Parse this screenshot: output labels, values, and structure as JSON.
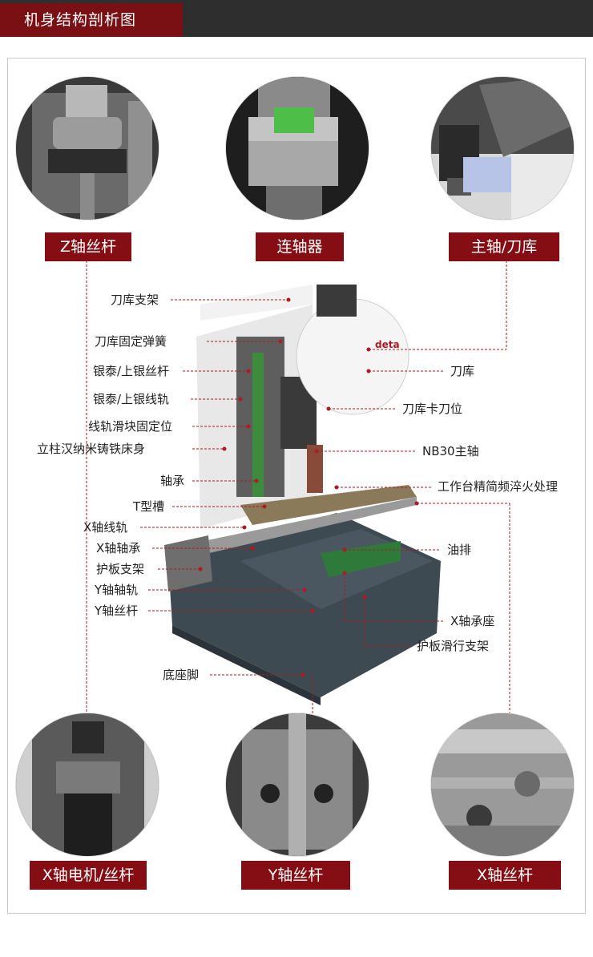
{
  "header": {
    "title": "机身结构剖析图"
  },
  "badges": {
    "z_screw": "Z轴丝杆",
    "coupling": "连轴器",
    "spindle_magazine": "主轴/刀库",
    "x_motor_screw": "X轴电机/丝杆",
    "y_screw": "Y轴丝杆",
    "x_screw": "X轴丝杆"
  },
  "labels_left": {
    "tool_magazine_bracket": "刀库支架",
    "tool_magazine_spring": "刀库固定弹簧",
    "silver_screw": "银泰/上银丝杆",
    "silver_rail": "银泰/上银线轨",
    "rail_block_position": "线轨滑块固定位",
    "column_body": "立柱汉纳米铸铁床身",
    "bearing": "轴承",
    "t_slot": "T型槽",
    "x_rail": "X轴线轨",
    "x_bearing": "X轴轴承",
    "guard_bracket": "护板支架",
    "y_rail": "Y轴轴轨",
    "y_screw": "Y轴丝杆",
    "base_foot": "底座脚"
  },
  "labels_right": {
    "tool_magazine": "刀库",
    "tool_clamp": "刀库卡刀位",
    "spindle": "NB30主轴",
    "worktable": "工作台精简频淬火处理",
    "oil_drain": "油排",
    "x_bearing_seat": "X轴承座",
    "guard_slide_bracket": "护板滑行支架"
  },
  "brand_text": "deta",
  "colors": {
    "accent": "#850e14",
    "header": "#2e2e2e",
    "leader": "#b01a22"
  }
}
